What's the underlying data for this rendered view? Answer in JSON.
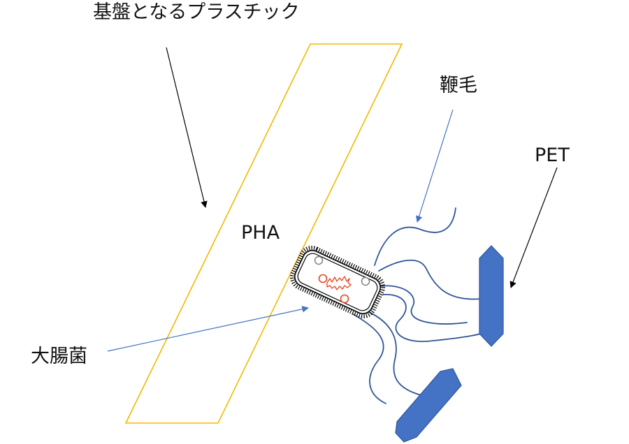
{
  "labels": {
    "substrate": "基盤となるプラスチック",
    "flagellum": "鞭毛",
    "pet": "PET",
    "pha": "PHA",
    "ecoli": "大腸菌"
  },
  "colors": {
    "substrate_outline": "#F5B800",
    "flagella": "#2F5597",
    "pet_fill": "#4472C4",
    "pet_stroke": "#2F5597",
    "blue_arrow": "#4472C4",
    "black_arrow": "#000000",
    "organelles": "#E8431A",
    "granules": "#808080"
  }
}
